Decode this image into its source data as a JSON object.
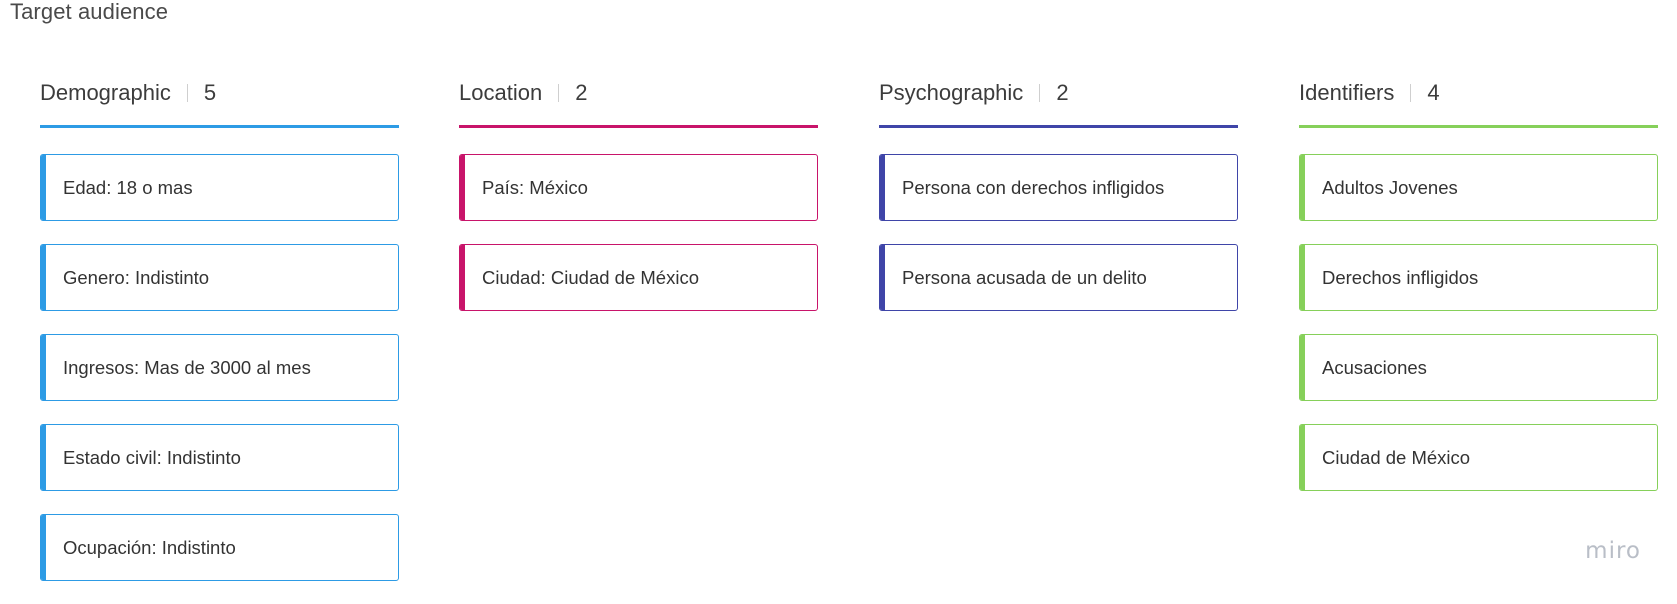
{
  "page": {
    "title": "Target audience",
    "brand": "miro"
  },
  "columns": [
    {
      "name": "Demographic",
      "count": "5",
      "color": "#2d9be5",
      "items": [
        "Edad: 18 o mas",
        "Genero: Indistinto",
        "Ingresos: Mas de 3000 al mes",
        "Estado civil: Indistinto",
        "Ocupación: Indistinto"
      ]
    },
    {
      "name": "Location",
      "count": "2",
      "color": "#c8146a",
      "items": [
        "País: México",
        "Ciudad: Ciudad de México"
      ]
    },
    {
      "name": "Psychographic",
      "count": "2",
      "color": "#3f45a8",
      "items": [
        "Persona con derechos infligidos",
        "Persona acusada de un delito"
      ]
    },
    {
      "name": "Identifiers",
      "count": "4",
      "color": "#86d05a",
      "items": [
        "Adultos Jovenes",
        "Derechos infligidos",
        "Acusaciones",
        "Ciudad de México"
      ]
    }
  ]
}
